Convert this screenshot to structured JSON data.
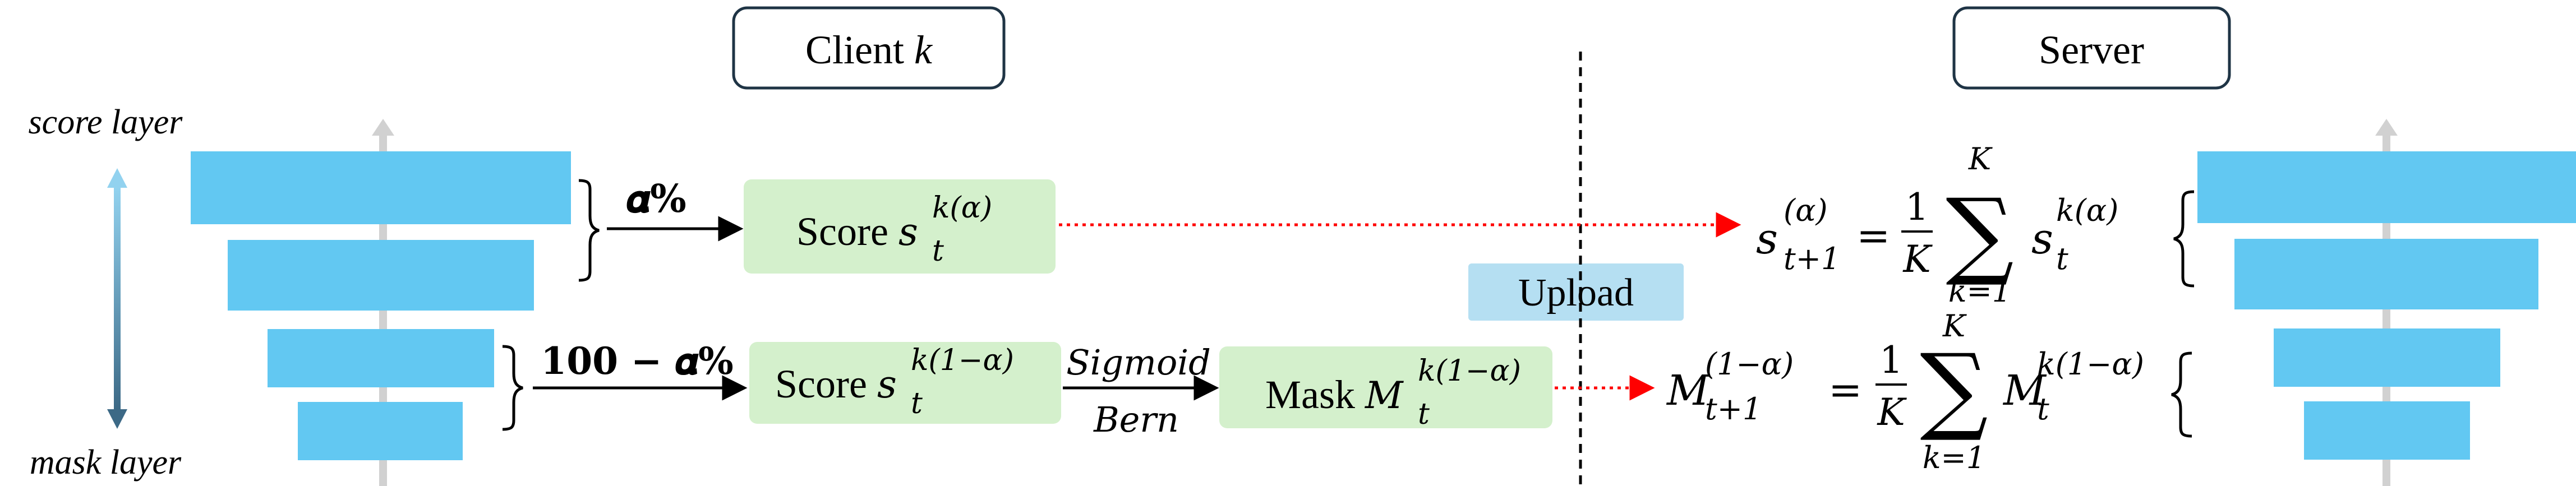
{
  "labels": {
    "score_layer": "score layer",
    "mask_layer": "mask layer",
    "client_box": {
      "text": "Client ",
      "var": "k"
    },
    "server_box": "Server",
    "alpha_pct": "𝜶%",
    "hundred_minus_alpha_pct": "𝟏𝟎𝟎 − 𝜶%",
    "sigmoid": "Sigmoid",
    "bern": "Bern",
    "upload": "Upload"
  },
  "score_top": {
    "word": "Score ",
    "base": "s",
    "sub": "t",
    "sup": "k(α)"
  },
  "score_bottom": {
    "word": "Score ",
    "base": "s",
    "sub": "t",
    "sup": "k(1−α)"
  },
  "mask_box": {
    "word": "Mask ",
    "base": "M",
    "sub": "t",
    "sup": "k(1−α)"
  },
  "eq_top": {
    "lhs_base": "s",
    "lhs_sub": "t+1",
    "lhs_sup": "(α)",
    "equals": "=",
    "frac_num": "1",
    "frac_den": "K",
    "sum": "∑",
    "sum_upper": "K",
    "sum_lower": "k=1",
    "term_base": "s",
    "term_sub": "t",
    "term_sup": "k(α)"
  },
  "eq_bottom": {
    "lhs_base": "M",
    "lhs_sub": "t+1",
    "lhs_sup": "(1−α)",
    "equals": "=",
    "frac_num": "1",
    "frac_den": "K",
    "sum": "∑",
    "sum_upper": "K",
    "sum_lower": "k=1",
    "term_base": "M",
    "term_sub": "t",
    "term_sup": "k(1−α)"
  },
  "colors": {
    "layer_blue": "#62c8f2",
    "green_box": "#d4f0cc",
    "upload_box": "#b5dff2",
    "axis_gray": "#d1d1d1",
    "red_dotted": "#ff0000",
    "arrow_top": "#92d2ef",
    "arrow_bottom": "#3c6986"
  }
}
